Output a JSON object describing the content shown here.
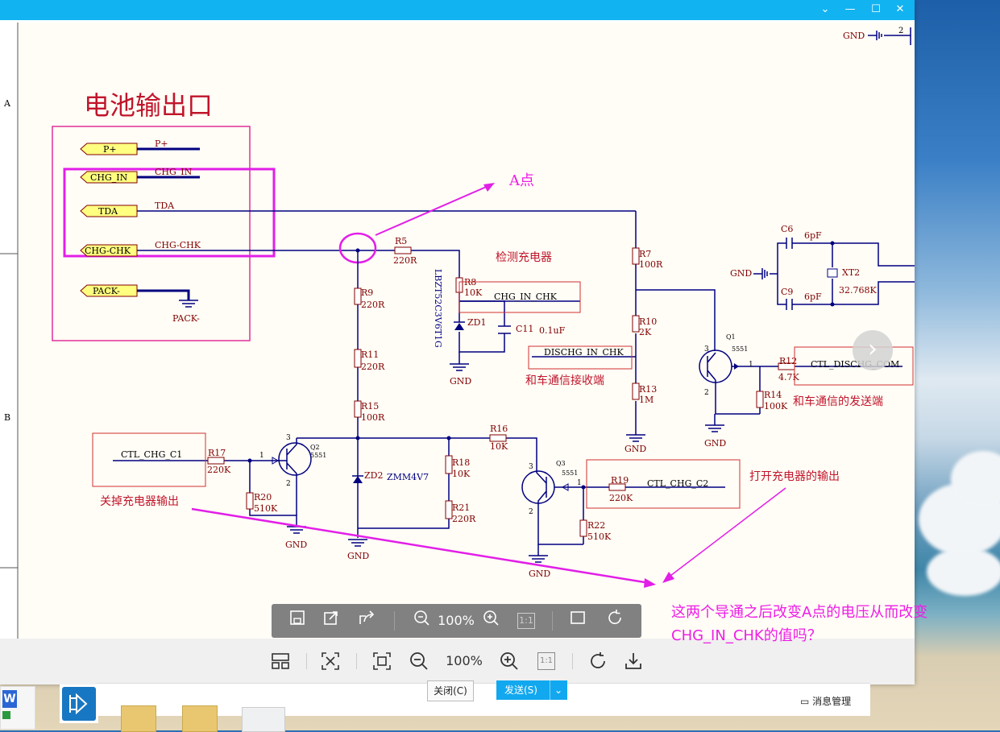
{
  "window": {
    "controls": {
      "dropdown": "⌄",
      "minimize": "—",
      "maximize": "☐",
      "close": "✕"
    }
  },
  "schematic": {
    "title": "电池输出口",
    "border_letters": [
      "A",
      "B"
    ],
    "connectors": [
      "P+",
      "CHG_IN",
      "TDA",
      "CHG-CHK",
      "PACK-"
    ],
    "nets": {
      "p_plus": "P+",
      "chg_in": "CHG_IN",
      "tda": "TDA",
      "chg_chk": "CHG-CHK",
      "pack_minus": "PACK-"
    },
    "labels": {
      "a_point": "A点",
      "detect_charger": "检测充电器",
      "chg_in_chk": "CHG_IN_CHK",
      "dischg_in_chk": "DISCHG_IN_CHK",
      "rx_label": "和车通信接收端",
      "ctl_dischg_com": "CTL_DISCHG_COM",
      "tx_label": "和车通信的发送端",
      "ctl_chg_c1": "CTL_CHG_C1",
      "close_out": "关掉充电器输出",
      "ctl_chg_c2": "CTL_CHG_C2",
      "open_out": "打开充电器的输出"
    },
    "components": {
      "r5": "R5",
      "r5v": "220R",
      "r7": "R7",
      "r7v": "100R",
      "r8": "R8",
      "r8v": "10K",
      "r9": "R9",
      "r9v": "220R",
      "r10": "R10",
      "r10v": "2K",
      "r11": "R11",
      "r11v": "220R",
      "r12": "R12",
      "r12v": "4.7K",
      "r13": "R13",
      "r13v": "1M",
      "r14": "R14",
      "r14v": "100K",
      "r15": "R15",
      "r15v": "100R",
      "r16": "R16",
      "r16v": "10K",
      "r17": "R17",
      "r17v": "220K",
      "r18": "R18",
      "r18v": "10K",
      "r19": "R19",
      "r19v": "220K",
      "r20": "R20",
      "r20v": "510K",
      "r21": "R21",
      "r21v": "220R",
      "r22": "R22",
      "r22v": "510K",
      "zd1": "ZD1",
      "zd1_part": "LBZT52C3V6T1G",
      "zd2": "ZD2",
      "zd2_part": "ZMM4V7",
      "c11": "C11",
      "c11v": "0.1uF",
      "c6": "C6",
      "c6v": "6pF",
      "c9": "C9",
      "c9v": "6pF",
      "xt2": "XT2",
      "xt2v": "32.768K",
      "q1": "Q1",
      "q2": "Q2",
      "q3": "Q3",
      "q_part": "5551",
      "gnd": "GND"
    }
  },
  "float_toolbar": {
    "zoom": "100%",
    "ratio": "1:1"
  },
  "bottom_toolbar": {
    "zoom": "100%",
    "ratio": "1:1"
  },
  "question": {
    "line1": "这两个导通之后改变A点的电压从而改变",
    "line2": "CHG_IN_CHK的值吗？"
  },
  "chat": {
    "close_btn": "关闭(C)",
    "send_btn": "发送(S)",
    "send_arrow": "⌄",
    "msg_mgr": "消息管理"
  }
}
